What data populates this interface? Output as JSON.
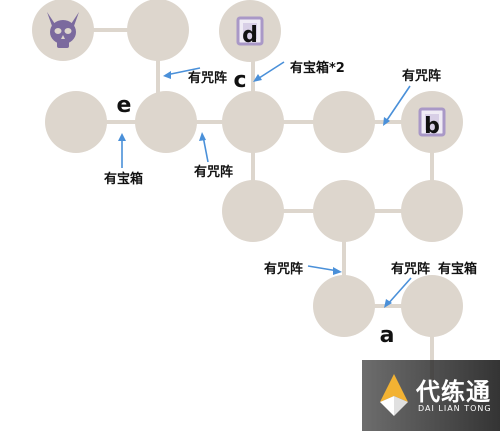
{
  "map": {
    "letters": {
      "a": "a",
      "b": "b",
      "c": "c",
      "d": "d",
      "e": "e"
    },
    "notes": {
      "curse": "有咒阵",
      "chest": "有宝箱",
      "chest_x2": "有宝箱*2"
    },
    "colors": {
      "node": "#ddd6cd",
      "path": "#ddd6cd",
      "arrow": "#4a90d9",
      "boss_icon": "#7b6a9e",
      "chest_frame": "#a998c7"
    },
    "icons": {
      "boss": "horned-skull-icon",
      "chest": "treasure-chest-icon"
    }
  },
  "watermark": {
    "title": "代练通",
    "subtitle": "DAI LIAN TONG"
  }
}
